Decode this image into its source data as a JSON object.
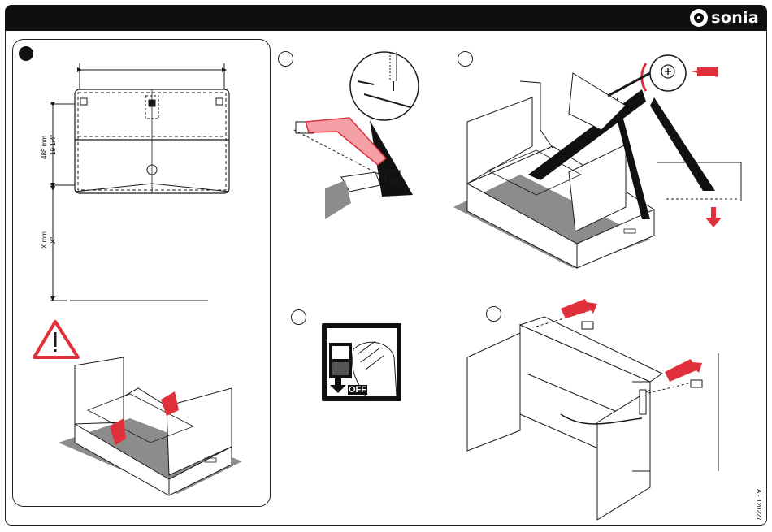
{
  "header": {
    "brand_name": "sonia",
    "brand_logo": "sonia-swirl-logo-icon",
    "bar_color": "#0f0f0f"
  },
  "dimensions": {
    "height_mm": "488 mm",
    "height_in": "19 1/4\"",
    "x_mm": "X mm",
    "x_in": "X\""
  },
  "step3": {
    "switch_label": "OFF"
  },
  "document_code": "A - 120227",
  "colors": {
    "accent_red": "#e0303b",
    "floor_gray": "#8c8c8c",
    "line_black": "#1a1a1a"
  },
  "icons": [
    "warning-triangle-icon",
    "drill-icon",
    "hand-icon",
    "screwdriver-icon",
    "power-switch-icon",
    "arrow-down-icon",
    "arrow-left-icon"
  ]
}
